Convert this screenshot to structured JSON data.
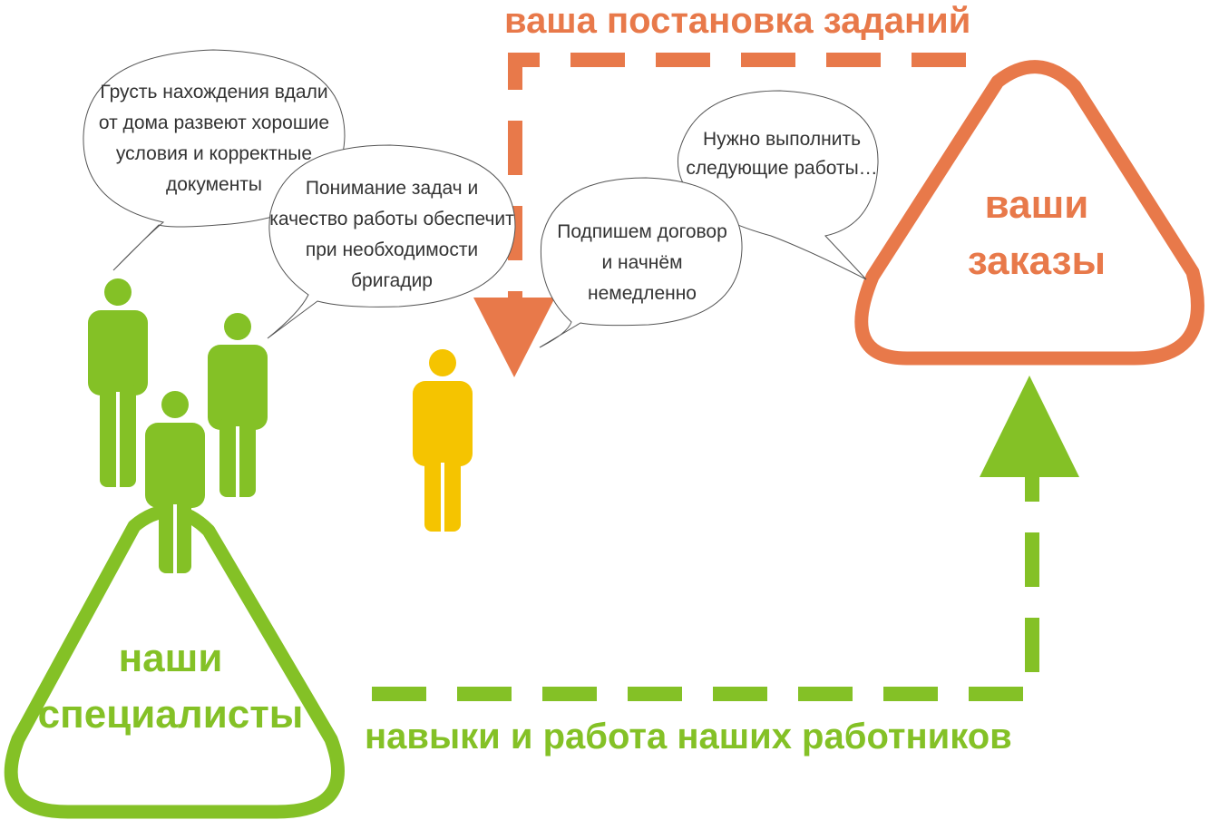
{
  "colors": {
    "orange": "#e8794a",
    "green": "#84c126",
    "yellow": "#f5c400",
    "bubble_stroke": "#555555"
  },
  "top_flow_label": "ваша постановка заданий",
  "bottom_flow_label": "навыки и работа наших работников",
  "orders_triangle": {
    "line1": "ваши",
    "line2": "заказы"
  },
  "specialists_triangle": {
    "line1": "наши",
    "line2": "специалисты"
  },
  "bubbles": [
    {
      "lines": [
        "Грусть нахождения вдали",
        "от дома развеют хорошие",
        "условия и корректные",
        "документы"
      ]
    },
    {
      "lines": [
        "Понимание задач и",
        "качество работы обеспечит",
        "при необходимости",
        "бригадир"
      ]
    },
    {
      "lines": [
        "Подпишем договор",
        "и начнём",
        "немедленно"
      ]
    },
    {
      "lines": [
        "Нужно выполнить",
        "следующие работы…"
      ]
    }
  ],
  "icons": {
    "worker": "person-icon",
    "manager": "person-icon"
  }
}
